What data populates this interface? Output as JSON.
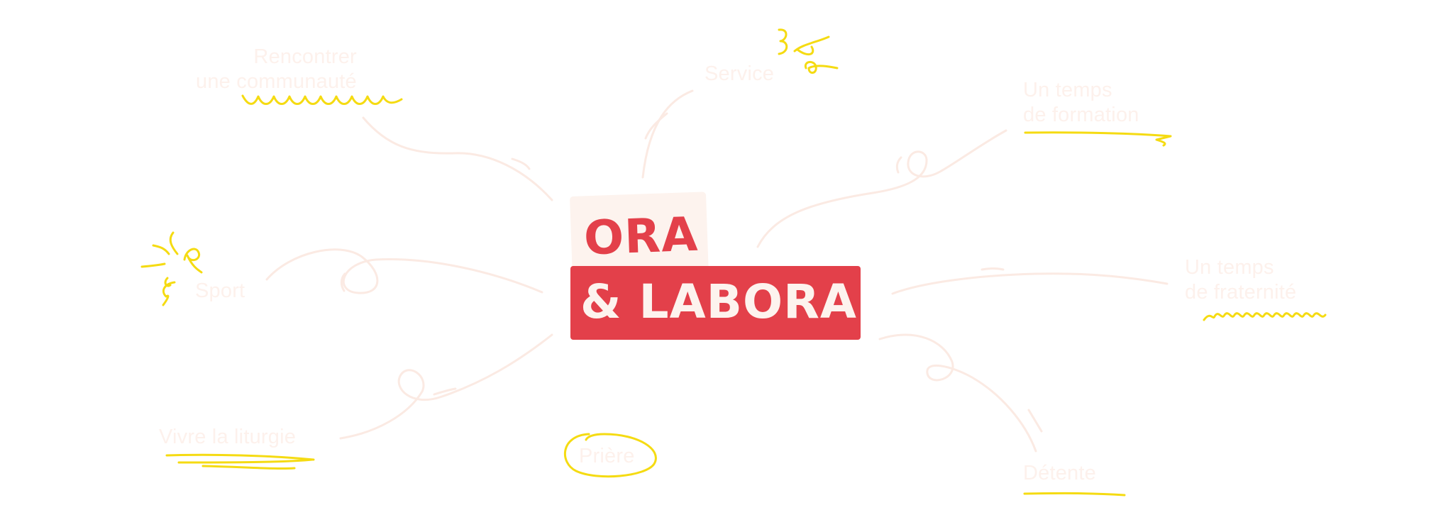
{
  "center": {
    "line1": "ORA",
    "line2": "& LABORA"
  },
  "branches": {
    "communaute": {
      "line1": "Rencontrer",
      "line2": "une communauté"
    },
    "service": {
      "label": "Service"
    },
    "formation": {
      "line1": "Un temps",
      "line2": "de formation"
    },
    "sport": {
      "label": "Sport"
    },
    "fraternite": {
      "line1": "Un temps",
      "line2": "de fraternité"
    },
    "liturgie": {
      "label": "Vivre la liturgie"
    },
    "priere": {
      "label": "Prière"
    },
    "detente": {
      "label": "Détente"
    }
  },
  "colors": {
    "brand_red": "#e3404a",
    "cream": "#fdf3ee",
    "highlight_yellow": "#f5db12",
    "branch_line": "#fbeae3"
  }
}
